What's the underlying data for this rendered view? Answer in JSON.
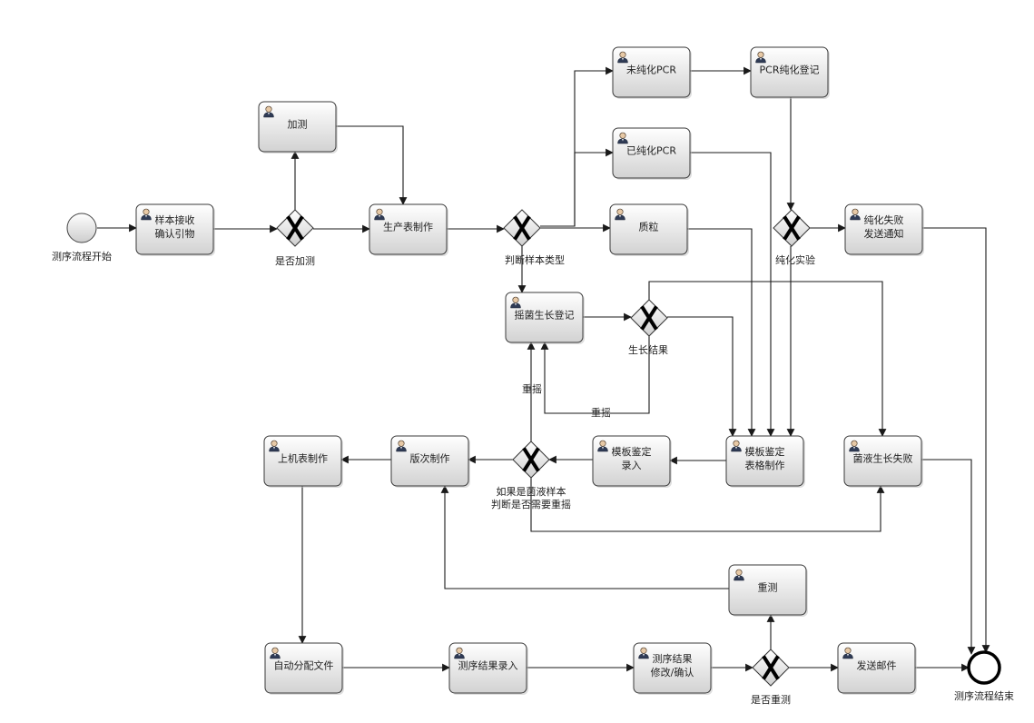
{
  "diagram": {
    "start": {
      "label": "测序流程开始"
    },
    "end": {
      "label": "测序流程结束"
    },
    "tasks": [
      {
        "id": "sample_receive",
        "lines": [
          "样本接收",
          "确认引物"
        ]
      },
      {
        "id": "add_test",
        "lines": [
          "加测"
        ]
      },
      {
        "id": "production_table",
        "lines": [
          "生产表制作"
        ]
      },
      {
        "id": "unpurified_pcr",
        "lines": [
          "未纯化PCR"
        ]
      },
      {
        "id": "pcr_purify_register",
        "lines": [
          "PCR纯化登记"
        ]
      },
      {
        "id": "purified_pcr",
        "lines": [
          "已纯化PCR"
        ]
      },
      {
        "id": "plasmid",
        "lines": [
          "质粒"
        ]
      },
      {
        "id": "purify_fail_notify",
        "lines": [
          "纯化失败",
          "发送通知"
        ]
      },
      {
        "id": "shake_growth_register",
        "lines": [
          "摇菌生长登记"
        ]
      },
      {
        "id": "bacteria_growth_fail",
        "lines": [
          "菌液生长失败"
        ]
      },
      {
        "id": "template_table",
        "lines": [
          "模板鉴定",
          "表格制作"
        ]
      },
      {
        "id": "template_entry",
        "lines": [
          "模板鉴定",
          "录入"
        ]
      },
      {
        "id": "batch_make",
        "lines": [
          "版次制作"
        ]
      },
      {
        "id": "machine_table",
        "lines": [
          "上机表制作"
        ]
      },
      {
        "id": "retest",
        "lines": [
          "重测"
        ]
      },
      {
        "id": "auto_distribute",
        "lines": [
          "自动分配文件"
        ]
      },
      {
        "id": "result_entry",
        "lines": [
          "测序结果录入"
        ]
      },
      {
        "id": "result_modify",
        "lines": [
          "测序结果",
          "修改/确认"
        ]
      },
      {
        "id": "send_email",
        "lines": [
          "发送邮件"
        ]
      }
    ],
    "gateways": [
      {
        "id": "gw_add",
        "lines": [
          "是否加测"
        ]
      },
      {
        "id": "gw_type",
        "lines": [
          "判断样本类型"
        ]
      },
      {
        "id": "gw_purify",
        "lines": [
          "纯化实验"
        ]
      },
      {
        "id": "gw_growth",
        "lines": [
          "生长结果"
        ]
      },
      {
        "id": "gw_reshake",
        "lines": [
          "如果是菌液样本",
          "判断是否需要重摇"
        ]
      },
      {
        "id": "gw_retest",
        "lines": [
          "是否重测"
        ]
      }
    ],
    "edge_labels": [
      {
        "id": "reshake_left",
        "text": "重摇"
      },
      {
        "id": "reshake_bottom",
        "text": "重摇"
      }
    ],
    "colors": {
      "task_fill_top": "#ffffff",
      "task_fill_bottom": "#d2d2d2",
      "border": "#3a3a3a",
      "edge": "#1a1a1a"
    },
    "icons": {
      "task": "user-icon",
      "gateway": "x-exclusive-gateway-icon",
      "end": "end-event-circle",
      "start": "start-event-circle"
    }
  }
}
